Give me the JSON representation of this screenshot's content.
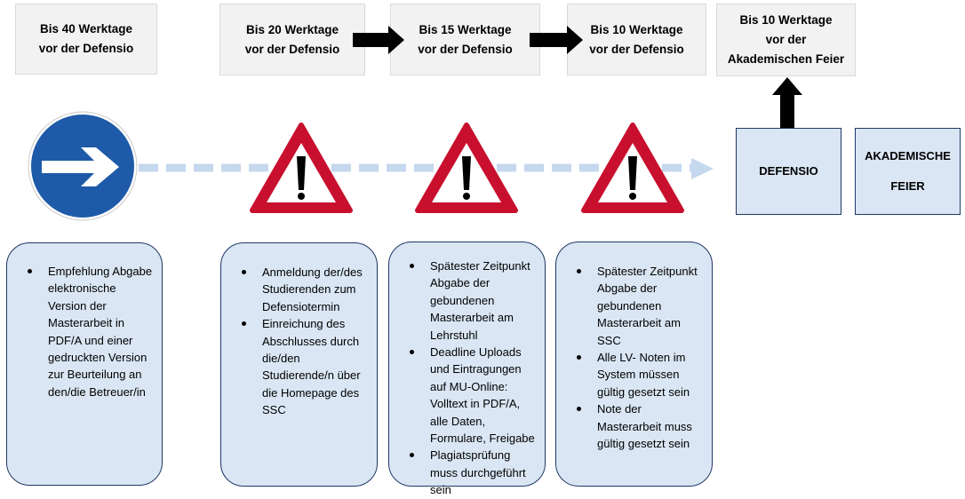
{
  "milestones": [
    {
      "line1": "Bis 40 Werktage",
      "line2": "vor der Defensio"
    },
    {
      "line1": "Bis 20 Werktage",
      "line2": "vor der Defensio"
    },
    {
      "line1": "Bis 15 Werktage",
      "line2": "vor der Defensio"
    },
    {
      "line1": "Bis 10 Werktage",
      "line2": "vor der Defensio"
    },
    {
      "line1": "Bis 10 Werktage",
      "line2": "vor der",
      "line3": "Akademischen Feier"
    }
  ],
  "events": {
    "defensio": "DEFENSIO",
    "feier_line1": "AKADEMISCHE",
    "feier_line2": "FEIER"
  },
  "cards": [
    {
      "items": [
        "Empfehlung Abgabe elektronische Version der Masterarbeit in PDF/A und einer gedruckten Version zur Beurteilung an den/die Betreuer/in"
      ]
    },
    {
      "items": [
        "Anmeldung der/des Studierenden zum Defensiotermin",
        "Einreichung des Abschlusses durch die/den Studierende/n über die Homepage des SSC"
      ]
    },
    {
      "items": [
        "Spätester Zeitpunkt Abgabe der gebundenen Masterarbeit am Lehrstuhl",
        "Deadline Uploads und Eintragungen auf MU-Online: Volltext in PDF/A, alle Daten, Formulare, Freigabe",
        "Plagiatsprüfung muss durchgeführt sein"
      ]
    },
    {
      "items": [
        "Spätester Zeitpunkt Abgabe der gebundenen Masterarbeit am SSC",
        "Alle LV- Noten im System müssen gültig gesetzt sein",
        "Note der Masterarbeit muss gültig gesetzt sein"
      ]
    }
  ],
  "icons": [
    "direction-arrow-sign-icon",
    "warning-triangle-icon",
    "black-arrow-right-icon",
    "black-arrow-up-icon"
  ],
  "colors": {
    "header_fill": "#f2f2f2",
    "card_fill": "#dae6f4",
    "card_border": "#1f3864",
    "sign_blue": "#1e5aa8",
    "warning_red": "#c8102e",
    "timeline_dashes": "#c5d8ee"
  }
}
